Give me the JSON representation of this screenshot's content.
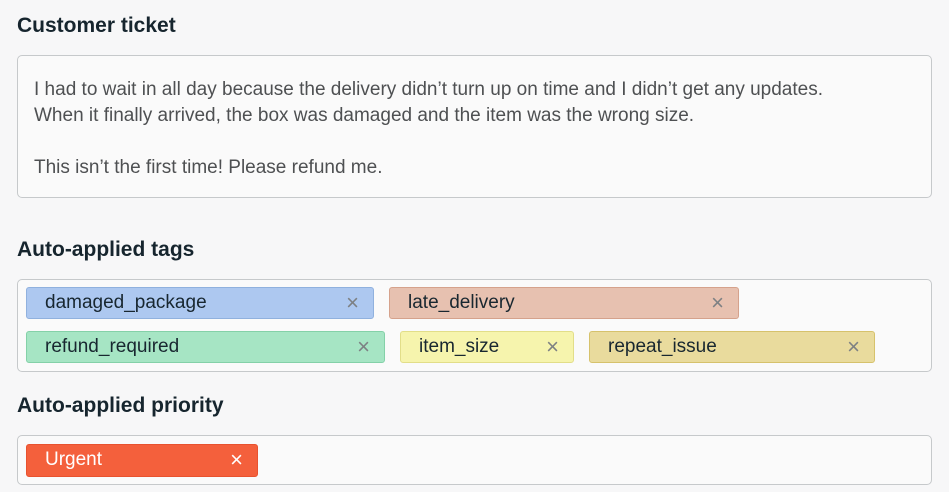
{
  "icons": {
    "close": "×"
  },
  "ticket": {
    "title": "Customer ticket",
    "body": "I had to wait in all day because the delivery didn’t turn up on time and I didn’t get any updates.\nWhen it finally arrived, the box was damaged and the item was the wrong size.\n\nThis isn’t the first time! Please refund me."
  },
  "tags": {
    "title": "Auto-applied tags",
    "items": [
      {
        "label": "damaged_package",
        "bg": "#adc8f0",
        "border": "#90b1de",
        "text_color": "#182730"
      },
      {
        "label": "late_delivery",
        "bg": "#e7c1b0",
        "border": "#d5a28c",
        "text_color": "#182730"
      },
      {
        "label": "refund_required",
        "bg": "#a6e5c4",
        "border": "#84d1a8",
        "text_color": "#182730"
      },
      {
        "label": "item_size",
        "bg": "#f6f4ad",
        "border": "#e2de89",
        "text_color": "#182730"
      },
      {
        "label": "repeat_issue",
        "bg": "#e9db9d",
        "border": "#d6c26c",
        "text_color": "#182730"
      }
    ]
  },
  "priority": {
    "title": "Auto-applied priority",
    "items": [
      {
        "label": "Urgent",
        "bg": "#f4603c",
        "border": "#e8522f",
        "text_color": "#ffffff"
      }
    ]
  }
}
